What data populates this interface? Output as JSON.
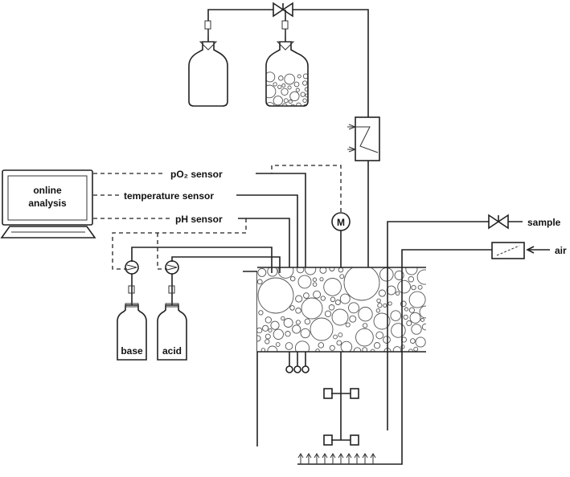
{
  "labels": {
    "online_analysis_line1": "online",
    "online_analysis_line2": "analysis",
    "po2_sensor": "pO₂ sensor",
    "temperature_sensor": "temperature sensor",
    "ph_sensor": "pH sensor",
    "motor": "M",
    "sample": "sample",
    "air": "air",
    "base": "base",
    "acid": "acid"
  }
}
